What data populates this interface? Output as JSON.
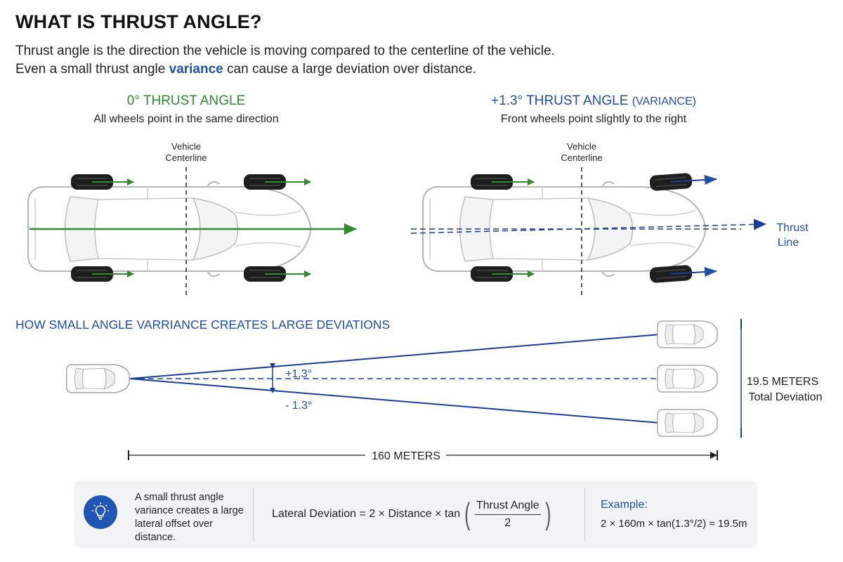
{
  "header": {
    "title": "WHAT IS THRUST ANGLE?",
    "intro_line1": "Thrust angle is the direction the vehicle is moving compared to the centerline of the vehicle.",
    "intro_line2_pre": "Even a small thrust angle ",
    "intro_line2_highlight": "variance",
    "intro_line2_post": " can cause a large deviation over distance."
  },
  "left_panel": {
    "title": "0° THRUST ANGLE",
    "subtitle": "All wheels point in the same direction",
    "centerline_label_1": "Vehicle",
    "centerline_label_2": "Centerline"
  },
  "right_panel": {
    "title_main": "+1.3° THRUST ANGLE ",
    "title_small": "(VARIANCE)",
    "subtitle": "Front wheels point slightly to the right",
    "centerline_label_1": "Vehicle",
    "centerline_label_2": "Centerline",
    "thrust_line_label_1": "Thrust",
    "thrust_line_label_2": "Line"
  },
  "deviation_section": {
    "title": "HOW SMALL ANGLE VARRIANCE CREATES LARGE DEVIATIONS",
    "plus_angle": "+1.3°",
    "minus_angle": "- 1.3°",
    "distance": "160 METERS",
    "total_1": "19.5 METERS",
    "total_2": "Total Deviation"
  },
  "formula_box": {
    "tip_text": "A small thrust angle variance creates a large lateral offset over distance.",
    "formula_lhs": "Lateral Deviation = 2 × Distance × tan",
    "formula_numerator": "Thrust Angle",
    "formula_denominator": "2",
    "example_label": "Example:",
    "example_calc": "2 × 160m × tan(1.3°/2) ≈ 19.5m"
  },
  "colors": {
    "green": "#2e8b2e",
    "blue": "#1f4fa8",
    "dark_blue": "#1a3d99",
    "icon_bg": "#1f56b5"
  },
  "icons": [
    "lightbulb-icon",
    "car-icon"
  ]
}
